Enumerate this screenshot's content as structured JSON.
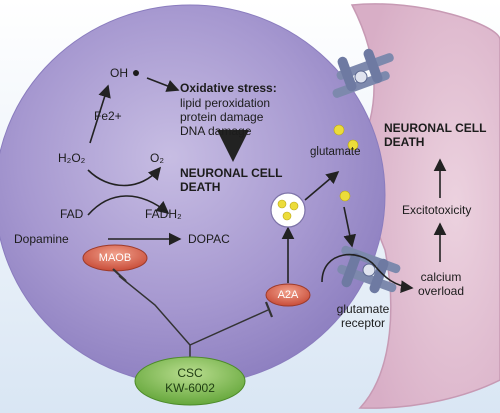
{
  "pathway": {
    "hydroxyl": "OH",
    "iron": "Fe2+",
    "h2o2": "H₂O₂",
    "o2": "O₂",
    "fad": "FAD",
    "fadh2": "FADH₂",
    "dopamine": "Dopamine",
    "dopac": "DOPAC"
  },
  "oxidative": {
    "title": "Oxidative stress:",
    "lines": [
      "lipid peroxidation",
      "protein damage",
      "DNA damage"
    ],
    "death": [
      "NEURONAL CELL",
      "DEATH"
    ]
  },
  "synapse": {
    "glutamate": "glutamate",
    "death": [
      "NEURONAL CELL",
      "DEATH"
    ],
    "excitotoxicity": "Excitotoxicity",
    "calcium": [
      "calcium",
      "overload"
    ],
    "receptor": [
      "glutamate",
      "receptor"
    ]
  },
  "labels": {
    "maob": "MAOB",
    "a2a": "A2A",
    "drug": [
      "CSC",
      "KW-6002"
    ]
  },
  "colors": {
    "neuron": "#9d8fc9",
    "postsynaptic": "#dcb4cc",
    "background": "#eaf1fa",
    "enzyme": "#d8644e",
    "drug": "#7cbb4c",
    "vesicle": "#ecdc3a",
    "receptor": "#7d89ad"
  }
}
